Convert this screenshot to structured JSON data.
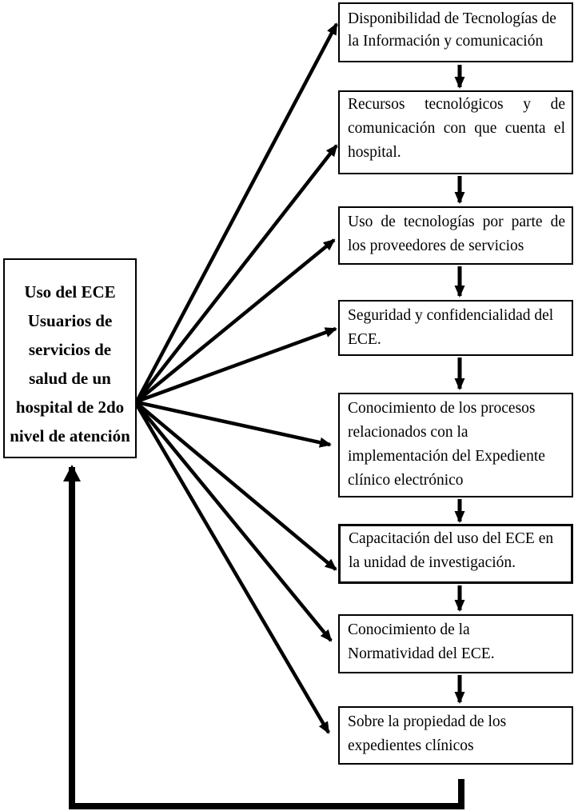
{
  "colors": {
    "background": "#ffffff",
    "ink": "#000000"
  },
  "diagram": {
    "source_box": {
      "text": "Uso del ECE Usuarios de servicios de salud de un hospital de 2do nivel de atención",
      "lines": [
        "Uso del ECE",
        "Usuarios de",
        "servicios de",
        "salud de un",
        "hospital de 2do",
        "nivel de atención"
      ]
    },
    "boxes": [
      {
        "id": "disponibilidad-tic",
        "text": "Disponibilidad de Tecnologías de la Información y comunicación",
        "lines": [
          "Disponibilidad de Tecnologías de",
          "la Información y comunicación"
        ]
      },
      {
        "id": "recursos-tecnologicos",
        "text": "Recursos tecnológicos y de comunicación con que cuenta el hospital."
      },
      {
        "id": "uso-tecnologias-proveedores",
        "text": "Uso de tecnologías por parte de los proveedores de servicios"
      },
      {
        "id": "seguridad-confidencialidad",
        "text": "Seguridad y confidencialidad del ECE.",
        "lines": [
          "Seguridad y confidencialidad del",
          "ECE."
        ]
      },
      {
        "id": "conocimiento-procesos",
        "text": "Conocimiento de los procesos relacionados con la implementación del Expediente clínico electrónico",
        "lines": [
          "Conocimiento de los procesos",
          "relacionados con la",
          "implementación del Expediente",
          "clínico electrónico"
        ]
      },
      {
        "id": "capacitacion-uso-ece",
        "text": "Capacitación del uso del ECE en la unidad de investigación.",
        "lines": [
          "Capacitación del uso del ECE en",
          "la unidad de investigación."
        ]
      },
      {
        "id": "conocimiento-normatividad",
        "text": "Conocimiento de la Normatividad del ECE.",
        "lines": [
          "Conocimiento de la",
          "Normatividad del ECE."
        ]
      },
      {
        "id": "propiedad-expedientes",
        "text": "Sobre la propiedad de los expedientes clínicos",
        "lines": [
          "Sobre la propiedad de los",
          "expedientes clínicos"
        ]
      }
    ],
    "connections": {
      "fan_from_source_to_each_box": true,
      "sequential_chain_down_right_column": true,
      "feedback_loop_from_last_box_to_source": true
    }
  }
}
